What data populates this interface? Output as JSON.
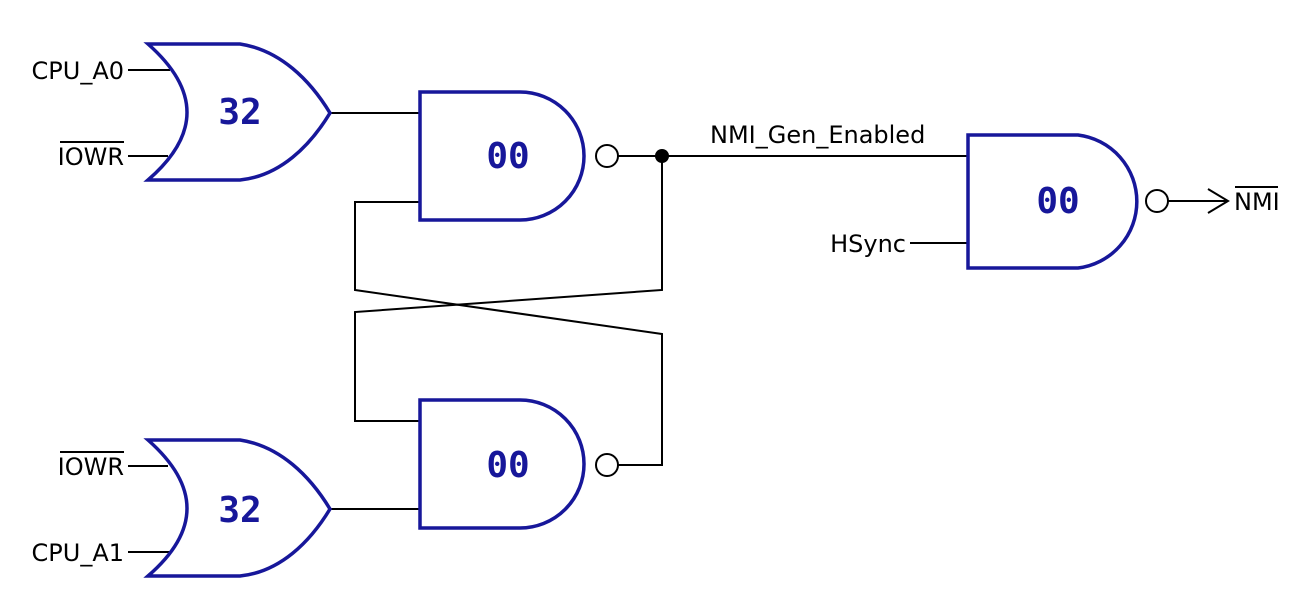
{
  "gates": {
    "or_top": "32",
    "nand_top": "00",
    "or_bottom": "32",
    "nand_bottom": "00",
    "nand_out": "00"
  },
  "signals": {
    "cpu_a0": "CPU_A0",
    "iowr_top": "IOWR",
    "iowr_bottom": "IOWR",
    "cpu_a1": "CPU_A1",
    "nmi_gen_enabled": "NMI_Gen_Enabled",
    "hsync": "HSync",
    "nmi": "NMI"
  },
  "colors": {
    "gate_outline": "#17179a",
    "wire": "#000000"
  }
}
